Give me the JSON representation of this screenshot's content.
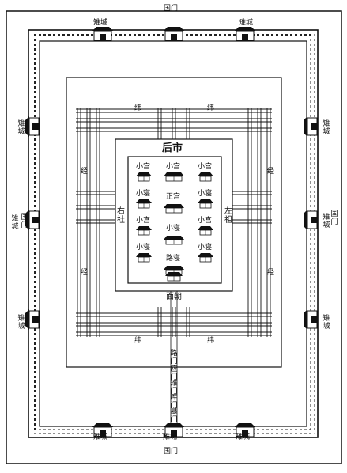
{
  "title": "",
  "labels": {
    "top_gate": "国门",
    "bottom_gate": "国门",
    "left_gate": "国门",
    "right_gate": "国门",
    "wall_top_left": "雉城",
    "wall_top_right": "雉城",
    "wall_bottom_left": "雉城",
    "wall_bottom_center": "雉城",
    "wall_bottom_right": "雉城",
    "wall_left_1": "雉城",
    "wall_left_2": "雉城",
    "wall_left_3": "雉城",
    "wall_right_1": "雉城",
    "wall_right_2": "雉城",
    "wall_right_3": "雉城",
    "market": "后市",
    "altar_right": "右社",
    "altar_left": "左祖",
    "court": "面朝",
    "road_top_left": "纬",
    "road_top_right": "纬",
    "road_bottom_left": "纬",
    "road_bottom_right": "纬",
    "road_left_top": "经",
    "road_left_bottom": "经",
    "road_right_top": "经",
    "road_right_bottom": "经",
    "gate_road": "路门",
    "gate_ying": "应门",
    "gate_zhi": "雉门",
    "gate_ku": "库门",
    "gate_gao": "皋门"
  },
  "palace": {
    "left_col": [
      "小宫",
      "小寝",
      "小宫",
      "小寝"
    ],
    "center_col": [
      "小宫",
      "正宫",
      "小寝",
      "路寝"
    ],
    "right_col": [
      "小宫",
      "小寝",
      "小宫",
      "小寝"
    ]
  }
}
